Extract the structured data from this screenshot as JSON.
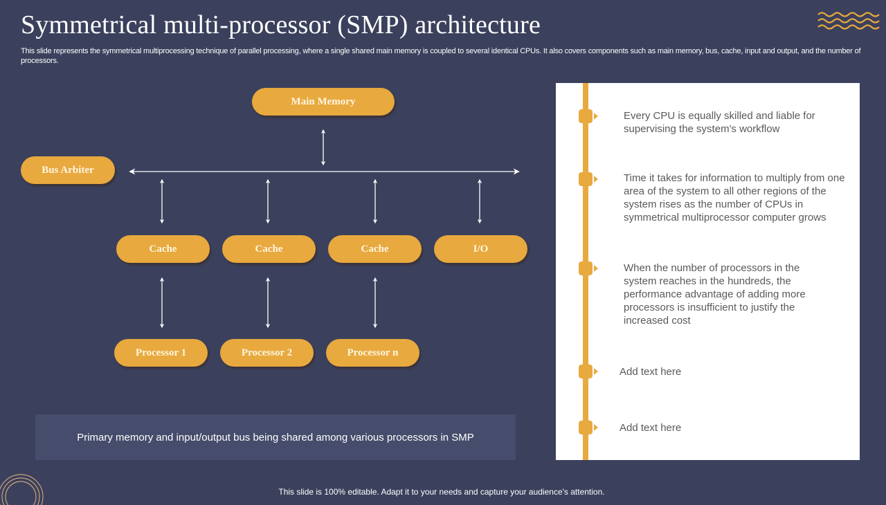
{
  "header": {
    "title": "Symmetrical multi-processor (SMP) architecture",
    "subtitle": "This slide represents the symmetrical multiprocessing technique of parallel processing, where a single shared main memory is coupled to several identical CPUs. It also covers components such as main memory, bus, cache, input and output, and the number of processors."
  },
  "diagram": {
    "main_memory": "Main Memory",
    "bus_arbiter": "Bus Arbiter",
    "caches": [
      "Cache",
      "Cache",
      "Cache"
    ],
    "io": "I/O",
    "processors": [
      "Processor 1",
      "Processor 2",
      "Processor n"
    ],
    "note": "Primary memory and input/output bus being shared among various processors in SMP"
  },
  "timeline": {
    "items": [
      "Every CPU is equally skilled and liable for supervising the system's workflow",
      "Time it takes for information to multiply from one area of the system to all other regions of the system rises as the number of CPUs in symmetrical multiprocessor computer grows",
      "When the number of processors in the system reaches in the hundreds, the performance advantage of adding more processors is insufficient to justify the increased cost",
      "Add text here",
      "Add text here"
    ]
  },
  "footer": "This slide is 100% editable. Adapt it to your needs and capture your audience's attention.",
  "colors": {
    "background": "#3b405c",
    "accent": "#e8a93f",
    "panel": "#ffffff",
    "note_box": "#464c6b",
    "body_text": "#595959"
  }
}
